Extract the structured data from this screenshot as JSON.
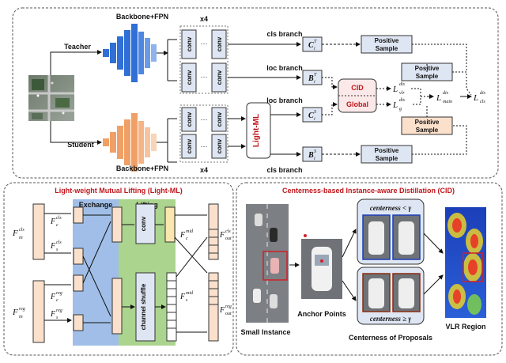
{
  "top": {
    "teacher_label": "Teacher",
    "student_label": "Student",
    "backbone_top": "Backbone+FPN",
    "backbone_bottom": "Backbone+FPN",
    "x4_top": "x4",
    "x4_bottom": "x4",
    "conv": "conv",
    "dots": "···",
    "lightml": "Light-ML",
    "branches": {
      "cls_t": "cls branch",
      "loc_t": "loc branch",
      "loc_s": "loc branch",
      "cls_s": "cls branch"
    },
    "feat": {
      "ct": "C",
      "bt": "B",
      "cs": "C",
      "bs": "B",
      "sub": "i",
      "sup_t": "T",
      "sup_s": "S"
    },
    "positive_sample": "Positive Sample",
    "cid": "CID",
    "global": "Global",
    "loss": {
      "L": "L",
      "vlr": "vlr",
      "g": "g",
      "main": "main",
      "cls": "cls",
      "dis": "dis"
    }
  },
  "left": {
    "title": "Light-weight Mutual Lifting  (Light-ML)",
    "exchange": "Exchange",
    "lifting": "Lifting",
    "conv": "conv",
    "channel_shuffle": "channel shuffle",
    "F": "F",
    "in": "in",
    "out": "out",
    "cls": "cls",
    "reg": "reg",
    "c": "c",
    "s": "s",
    "mid": "mid"
  },
  "right": {
    "title": "Centerness-based Instance-aware Distillation  (CID)",
    "small_instance": "Small Instance",
    "anchor_points": "Anchor Points",
    "centerness_lt": "centerness < γ",
    "centerness_ge": "centerness ≥ γ",
    "centerness_of_proposals": "Centerness of Proposals",
    "vlr_region": "VLR Region"
  },
  "colors": {
    "teacher": "#2f6fd6",
    "student": "#f0a066",
    "red": "#c0161c",
    "exchange_bg": "#8fb3e3",
    "lifting_bg": "#9ccc7a",
    "conv_fill": "#dfe6f3",
    "sample_fill": "#dfe6f3",
    "orange_fill": "#fbe0cc",
    "panel_border": "#555555"
  }
}
